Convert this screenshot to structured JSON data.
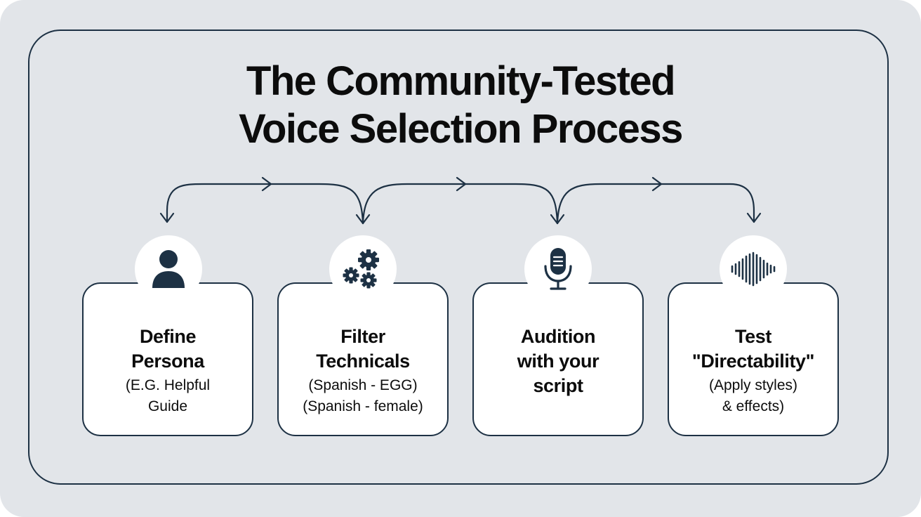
{
  "title": {
    "line1": "The Community-Tested",
    "line2": "Voice Selection Process"
  },
  "colors": {
    "background": "#e2e5e9",
    "stroke": "#1d3144",
    "icon": "#1d3144",
    "card": "#ffffff"
  },
  "steps": [
    {
      "icon": "person-icon",
      "heading": [
        "Define",
        "Persona"
      ],
      "detail": [
        "(E.G. Helpful",
        "Guide"
      ]
    },
    {
      "icon": "gears-icon",
      "heading": [
        "Filter",
        "Technicals"
      ],
      "detail": [
        "(Spanish - EGG)",
        "(Spanish - female)"
      ]
    },
    {
      "icon": "microphone-icon",
      "heading": [
        "Audition",
        "with your",
        "script"
      ],
      "detail": []
    },
    {
      "icon": "sound-wave-icon",
      "heading": [
        "Test",
        "\"Directability\""
      ],
      "detail": [
        "(Apply styles)",
        "& effects)"
      ]
    }
  ]
}
